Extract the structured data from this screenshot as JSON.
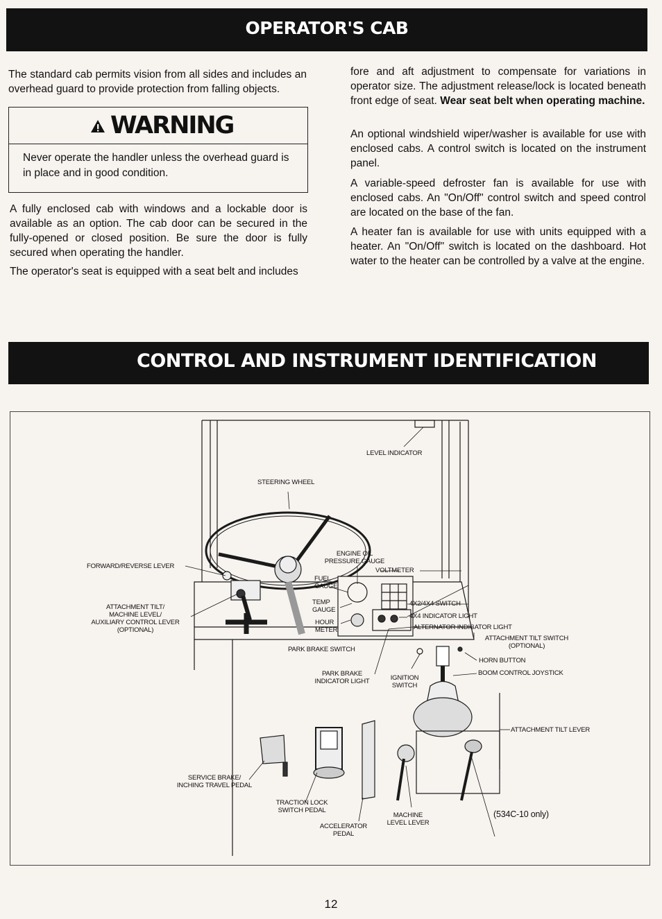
{
  "sections": {
    "cab_title": "OPERATOR'S CAB",
    "controls_title": "CONTROL AND INSTRUMENT IDENTIFICATION"
  },
  "left_column": {
    "p1": "The standard cab permits vision from all sides and includes an overhead guard to provide protection from falling objects.",
    "p2": "A fully enclosed cab with windows and a lockable door is available as an option. The cab door can be secured in the fully-opened or closed position. Be sure the door is fully secured when operating the handler.",
    "p3": "The operator's seat is equipped with a seat belt and includes"
  },
  "warning": {
    "title": "WARNING",
    "text": "Never operate the handler unless the overhead guard is in place and in good condition."
  },
  "right_column": {
    "p1_start": "fore and aft adjustment to compensate for variations in operator size. The adjustment release/lock is located beneath front edge of seat. ",
    "p1_bold": "Wear seat belt when operating machine.",
    "p2": "An optional windshield wiper/washer is available for use with enclosed cabs. A control switch is located on the instrument panel.",
    "p3": "A variable-speed defroster fan is available for use with enclosed cabs. An \"On/Off\" control switch and speed control are located on the base of the fan.",
    "p4": "A heater fan is available for use with units equipped with a heater. An \"On/Off\" switch is located on the dashboard. Hot water to the heater can be controlled by a valve at the engine."
  },
  "figure_labels": {
    "level_indicator": "LEVEL INDICATOR",
    "steering_wheel": "STEERING WHEEL",
    "forward_reverse": "FORWARD/REVERSE LEVER",
    "engine_oil_1": "ENGINE OIL",
    "engine_oil_2": "PRESSURE GAUGE",
    "voltmeter": "VOLTMETER",
    "fuel_1": "FUEL",
    "fuel_2": "GAUGE",
    "temp_1": "TEMP",
    "temp_2": "GAUGE",
    "hour_1": "HOUR",
    "hour_2": "METER",
    "attach_tilt_1": "ATTACHMENT TILT/",
    "attach_tilt_2": "MACHINE LEVEL/",
    "attach_tilt_3": "AUXILIARY CONTROL LEVER",
    "attach_tilt_4": "(OPTIONAL)",
    "switch_4x2": "4X2/4X4 SWITCH",
    "indicator_4x4": "4X4 INDICATOR LIGHT",
    "alternator": "ALTERNATOR INDICATOR LIGHT",
    "tilt_switch_1": "ATTACHMENT TILT SWITCH",
    "tilt_switch_2": "(OPTIONAL)",
    "park_brake_switch": "PARK BRAKE SWITCH",
    "horn": "HORN BUTTON",
    "park_brake_ind_1": "PARK BRAKE",
    "park_brake_ind_2": "INDICATOR LIGHT",
    "ignition_1": "IGNITION",
    "ignition_2": "SWITCH",
    "boom": "BOOM CONTROL JOYSTICK",
    "attach_lever": "ATTACHMENT TILT LEVER",
    "service_1": "SERVICE BRAKE/",
    "service_2": "INCHING TRAVEL PEDAL",
    "traction_1": "TRACTION LOCK",
    "traction_2": "SWITCH PEDAL",
    "machine_level_1": "MACHINE",
    "machine_level_2": "LEVEL LEVER",
    "accel_1": "ACCELERATOR",
    "accel_2": "PEDAL",
    "model_note": "(534C-10 only)"
  },
  "page_number": "12"
}
